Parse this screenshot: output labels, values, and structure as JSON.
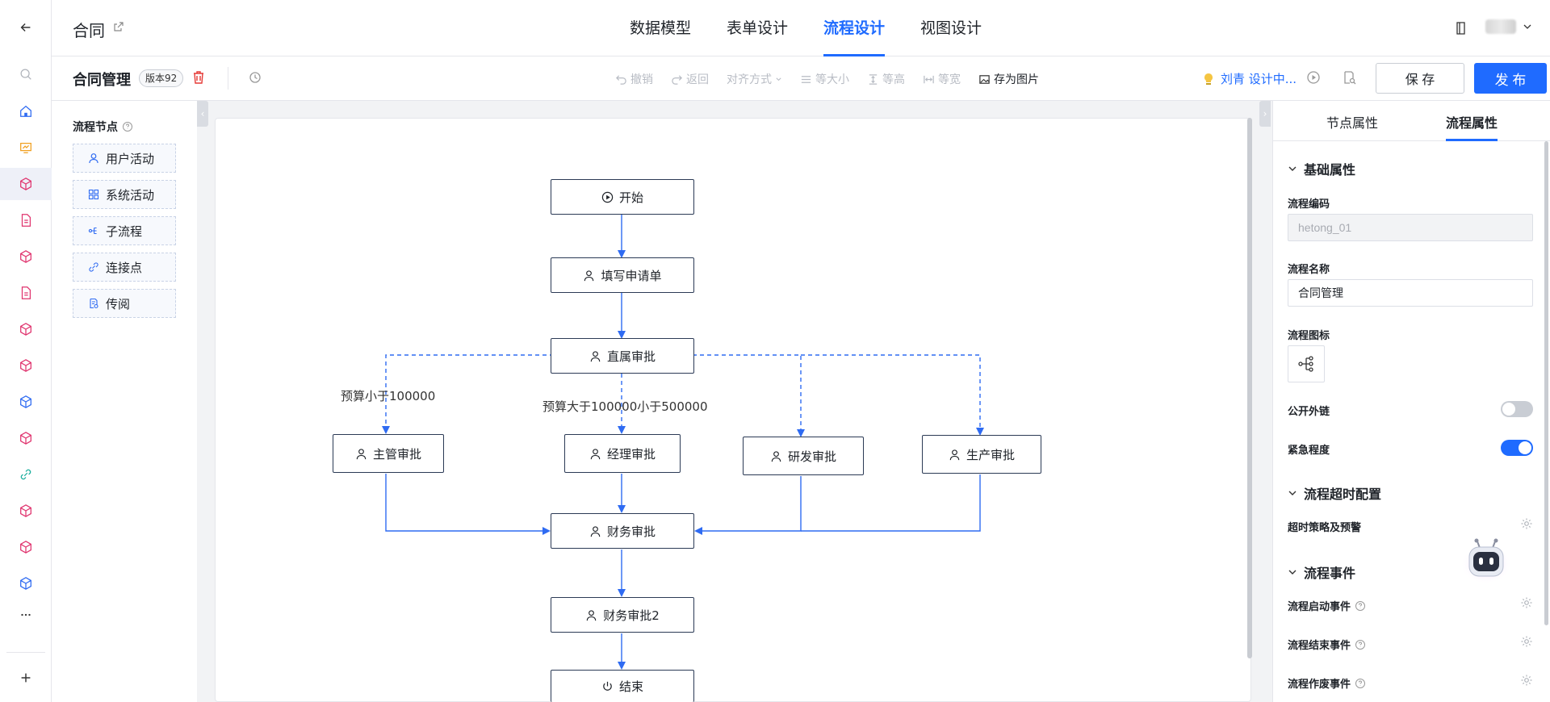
{
  "header": {
    "app_title": "合同",
    "tabs": [
      {
        "label": "数据模型",
        "active": false
      },
      {
        "label": "表单设计",
        "active": false
      },
      {
        "label": "流程设计",
        "active": true
      },
      {
        "label": "视图设计",
        "active": false
      }
    ]
  },
  "toolbar": {
    "flow_name": "合同管理",
    "version": "版本92",
    "tools": {
      "undo": "撤销",
      "redo": "返回",
      "align": "对齐方式",
      "same_size": "等大小",
      "same_height": "等高",
      "same_width": "等宽",
      "save_image": "存为图片"
    },
    "designer_status": "刘青 设计中...",
    "save_label": "保 存",
    "publish_label": "发 布"
  },
  "palette": {
    "title": "流程节点",
    "items": [
      {
        "label": "用户活动",
        "icon": "user-icon"
      },
      {
        "label": "系统活动",
        "icon": "grid-icon"
      },
      {
        "label": "子流程",
        "icon": "subflow-icon"
      },
      {
        "label": "连接点",
        "icon": "link-icon"
      },
      {
        "label": "传阅",
        "icon": "circulate-icon"
      }
    ]
  },
  "flow": {
    "nodes": {
      "start": "开始",
      "fill": "填写申请单",
      "direct": "直属审批",
      "supervisor": "主管审批",
      "manager": "经理审批",
      "rnd": "研发审批",
      "production": "生产审批",
      "finance": "财务审批",
      "finance2": "财务审批2",
      "end": "结束"
    },
    "edge_labels": {
      "lt100k": "预算小于100000",
      "between": "预算大于100000小于500000"
    }
  },
  "properties": {
    "tabs": [
      {
        "label": "节点属性",
        "active": false
      },
      {
        "label": "流程属性",
        "active": true
      }
    ],
    "section_basic": "基础属性",
    "code_label": "流程编码",
    "code_value": "hetong_01",
    "name_label": "流程名称",
    "name_value": "合同管理",
    "icon_label": "流程图标",
    "public_link_label": "公开外链",
    "public_link_on": false,
    "urgency_label": "紧急程度",
    "urgency_on": true,
    "section_timeout": "流程超时配置",
    "timeout_label": "超时策略及预警",
    "section_events": "流程事件",
    "start_event": "流程启动事件",
    "end_event": "流程结束事件",
    "void_event": "流程作废事件"
  },
  "colors": {
    "accent": "#1f6bff",
    "node_border": "#2b3a55",
    "edge": "#2f6bf2"
  }
}
